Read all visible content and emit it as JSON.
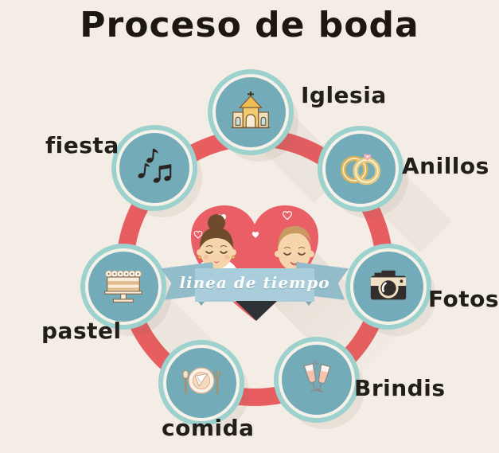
{
  "title": "Proceso de boda",
  "center": {
    "banner_label": "linea de tiempo",
    "heart_icon": "heart-with-bride-and-groom"
  },
  "nodes": [
    {
      "id": "iglesia",
      "label": "Iglesia",
      "icon": "church-icon"
    },
    {
      "id": "anillos",
      "label": "Anillos",
      "icon": "wedding-rings-icon"
    },
    {
      "id": "fotos",
      "label": "Fotos",
      "icon": "camera-icon"
    },
    {
      "id": "brindis",
      "label": "Brindis",
      "icon": "champagne-glasses-icon"
    },
    {
      "id": "comida",
      "label": "comida",
      "icon": "place-setting-icon"
    },
    {
      "id": "pastel",
      "label": "pastel",
      "icon": "cake-icon"
    },
    {
      "id": "fiesta",
      "label": "fiesta",
      "icon": "music-notes-icon"
    }
  ],
  "colors": {
    "background": "#f4ede5",
    "title_text": "#1d1712",
    "ring_red": "#e85d5f",
    "heart_red": "#ea5f66",
    "node_fill": "#74abb9",
    "node_outer_ring": "#9cd1ce",
    "node_inner_ring": "#f6f2ea",
    "banner_blue": "#a9cdda",
    "label_text": "#221e19"
  }
}
